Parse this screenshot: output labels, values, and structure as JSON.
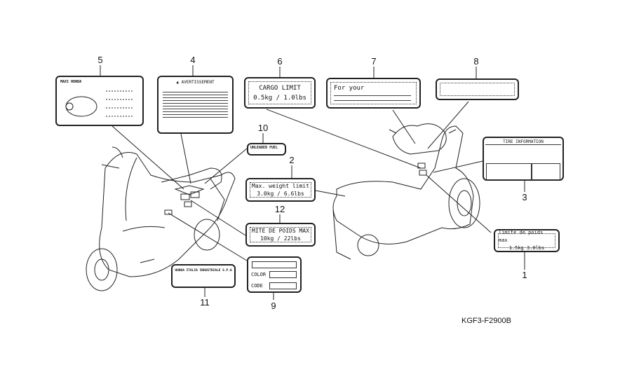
{
  "diagram_code": "KGF3-F2900B",
  "labels": {
    "l1": {
      "number": "1",
      "line1": "limite de poids max",
      "line2": "1.5kg    3.0lbs"
    },
    "l2": {
      "number": "2",
      "line1": "Max. weight limit",
      "line2": "3.0kg  / 6.6lbs"
    },
    "l3": {
      "number": "3",
      "title": "TIRE INFORMATION"
    },
    "l4": {
      "number": "4",
      "title": "AVERTISSEMENT"
    },
    "l5": {
      "number": "5",
      "title": "MAXI HONDA"
    },
    "l6": {
      "number": "6",
      "line1": "CARGO LIMIT",
      "line2": "0.5kg  /  1.0lbs"
    },
    "l7": {
      "number": "7",
      "line1": "For your"
    },
    "l8": {
      "number": "8"
    },
    "l9": {
      "number": "9",
      "field1": "COLOR",
      "field2": "CODE"
    },
    "l10": {
      "number": "10",
      "title": "UNLEADED FUEL"
    },
    "l11": {
      "number": "11",
      "title": "HONDA ITALIA INDUSTRIALE S.P.A"
    },
    "l12": {
      "number": "12",
      "line1": "MITE DE POIDS MAX",
      "line2": "10kg  /  22lbs"
    }
  }
}
